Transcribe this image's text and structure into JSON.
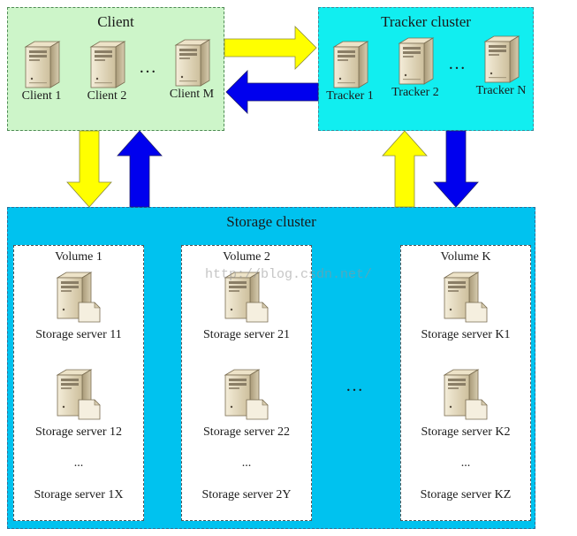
{
  "client": {
    "title": "Client",
    "servers": [
      "Client 1",
      "Client 2",
      "Client M"
    ],
    "ellipsis": "…"
  },
  "tracker": {
    "title": "Tracker cluster",
    "servers": [
      "Tracker 1",
      "Tracker 2",
      "Tracker N"
    ],
    "ellipsis": "…"
  },
  "storage": {
    "title": "Storage cluster",
    "ellipsis": "…",
    "volumes": [
      {
        "title": "Volume 1",
        "servers": [
          "Storage server 11",
          "Storage server 12"
        ],
        "ellipsis": "...",
        "last": "Storage server 1X"
      },
      {
        "title": "Volume 2",
        "servers": [
          "Storage server 21",
          "Storage server 22"
        ],
        "ellipsis": "...",
        "last": "Storage server 2Y"
      },
      {
        "title": "Volume K",
        "servers": [
          "Storage server K1",
          "Storage server K2"
        ],
        "ellipsis": "...",
        "last": "Storage server KZ"
      }
    ]
  },
  "watermark": "http://blog.csdn.net/",
  "colors": {
    "client_bg": "#cdf5c9",
    "tracker_bg": "#11eef0",
    "storage_bg": "#00c2ef",
    "arrow_yellow": "#ffff00",
    "arrow_blue": "#0000ee"
  }
}
